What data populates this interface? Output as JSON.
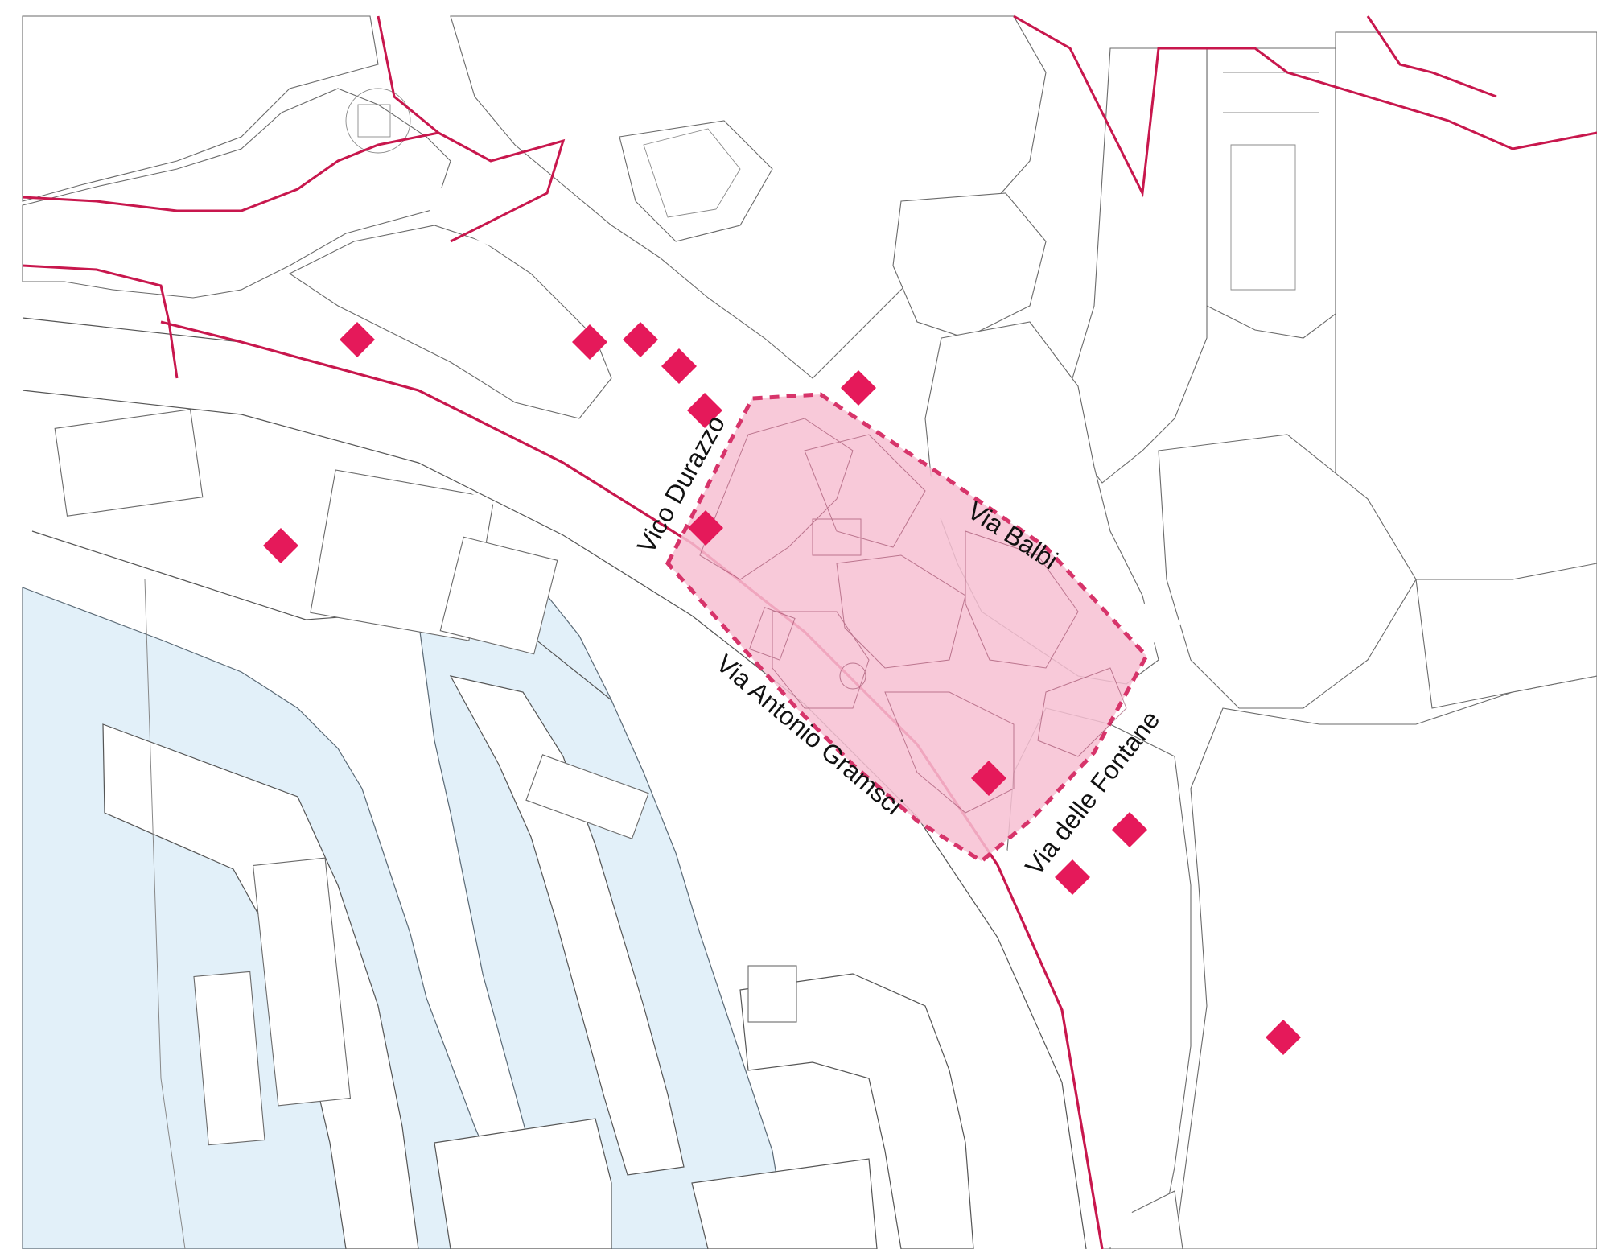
{
  "map": {
    "street_labels": {
      "vico_durazzo": "Vico Durazzo",
      "via_balbi": "Via Balbi",
      "via_gramsci": "Via Antonio Gramsci",
      "via_fontane": "Via delle Fontane"
    },
    "colors": {
      "boundary": "#c8174d",
      "highlight_fill": "#f7c0d2",
      "highlight_border": "#d7346a",
      "marker": "#e5195a",
      "water": "#e2f0f9",
      "background": "#ffffff",
      "building_stroke": "#555555"
    },
    "markers": [
      {
        "name": "marker-1"
      },
      {
        "name": "marker-2"
      },
      {
        "name": "marker-3"
      },
      {
        "name": "marker-4"
      },
      {
        "name": "marker-5"
      },
      {
        "name": "marker-6"
      },
      {
        "name": "marker-7"
      },
      {
        "name": "marker-8"
      },
      {
        "name": "marker-9"
      },
      {
        "name": "marker-10"
      },
      {
        "name": "marker-11"
      },
      {
        "name": "marker-12"
      },
      {
        "name": "marker-13"
      }
    ]
  }
}
